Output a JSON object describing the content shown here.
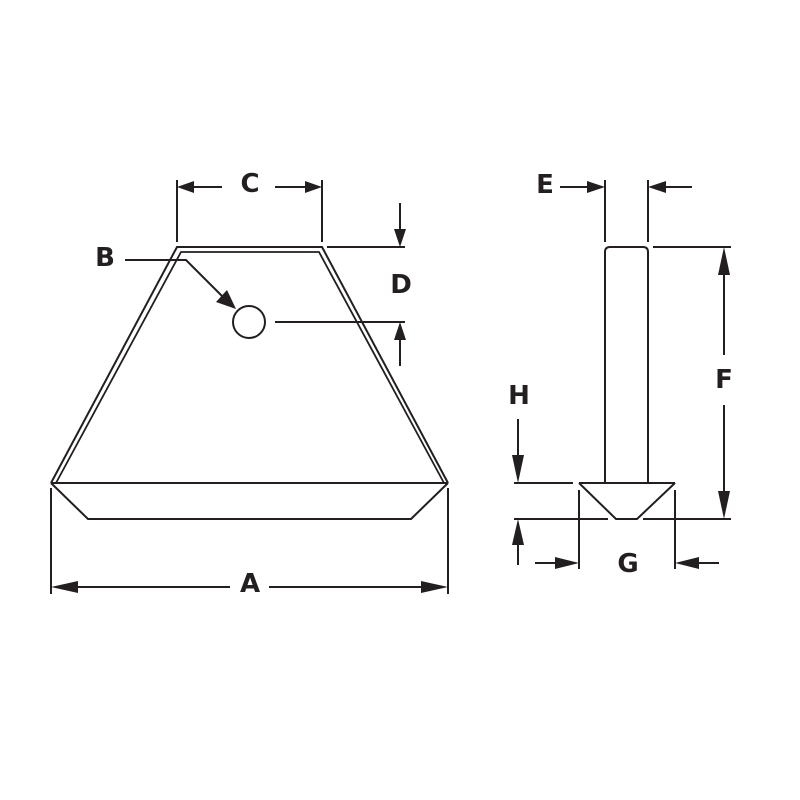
{
  "diagram": {
    "type": "technical-dimension-drawing",
    "line_color": "#231f20",
    "background": "#ffffff",
    "views": [
      {
        "name": "front-view",
        "shape": "trapezoid plate with chamfered base and mounting hole"
      },
      {
        "name": "side-view",
        "shape": "thin plate with countersunk / chamfered base"
      }
    ],
    "dimensions": {
      "A": {
        "label": "A",
        "meaning": "overall base width"
      },
      "B": {
        "label": "B",
        "meaning": "hole diameter"
      },
      "C": {
        "label": "C",
        "meaning": "top edge width"
      },
      "D": {
        "label": "D",
        "meaning": "top edge to hole center"
      },
      "E": {
        "label": "E",
        "meaning": "plate thickness"
      },
      "F": {
        "label": "F",
        "meaning": "overall height"
      },
      "G": {
        "label": "G",
        "meaning": "base flange width"
      },
      "H": {
        "label": "H",
        "meaning": "base flange height"
      }
    }
  }
}
